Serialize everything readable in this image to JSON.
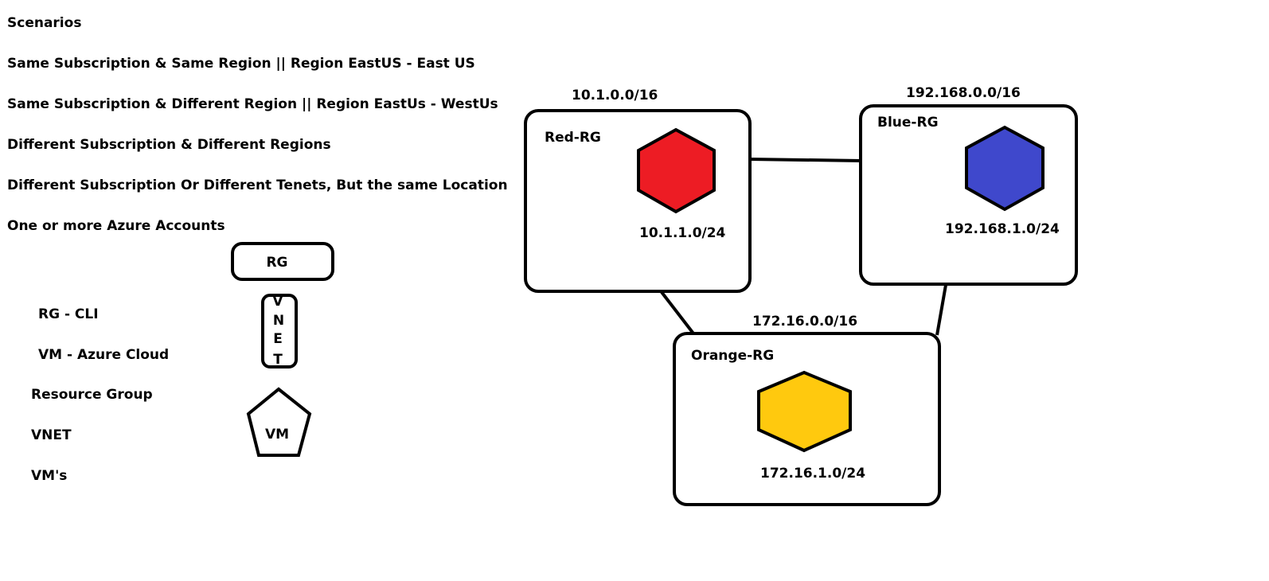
{
  "notes": {
    "heading": "Scenarios",
    "scenario_1": "Same Subscription & Same Region  || Region EastUS - East US",
    "scenario_2": "Same Subscription & Different Region || Region EastUs - WestUs",
    "scenario_3": "Different Subscription & Different Regions",
    "scenario_4": "Different Subscription Or Different Tenets, But the same Location",
    "scenario_5": "One or more Azure Accounts"
  },
  "legend": {
    "rg_cli": "RG - CLI",
    "vm_azure_cloud": "VM - Azure Cloud",
    "resource_group": "Resource Group",
    "vnet": "VNET",
    "vms": "VM's",
    "rg_shape_label": "RG",
    "vnet_shape_letters": [
      "V",
      "N",
      "E",
      "T"
    ],
    "vm_shape_label": "VM"
  },
  "groups": {
    "red": {
      "name": "Red-RG",
      "vnet_cidr": "10.1.0.0/16",
      "subnet_cidr": "10.1.1.0/24",
      "color": "#ed1c24"
    },
    "blue": {
      "name": "Blue-RG",
      "vnet_cidr": "192.168.0.0/16",
      "subnet_cidr": "192.168.1.0/24",
      "color": "#3f48cc"
    },
    "orange": {
      "name": "Orange-RG",
      "vnet_cidr": "172.16.0.0/16",
      "subnet_cidr": "172.16.1.0/24",
      "color": "#ffc90e"
    }
  }
}
